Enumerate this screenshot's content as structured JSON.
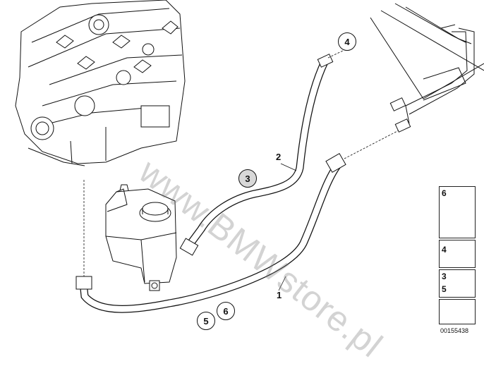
{
  "watermark": "www.BMWstore.pl",
  "callouts": {
    "part1": "1",
    "part2": "2",
    "part3": "3",
    "part4": "4",
    "part5": "5",
    "part6": "6"
  },
  "legend": {
    "item1_num": "6",
    "item2_num": "4",
    "item3_num_a": "3",
    "item3_num_b": "5"
  },
  "reference_code": "00155438",
  "colors": {
    "line": "#111111",
    "hose": "#ffffff",
    "highlight": "#d8d8d8"
  }
}
